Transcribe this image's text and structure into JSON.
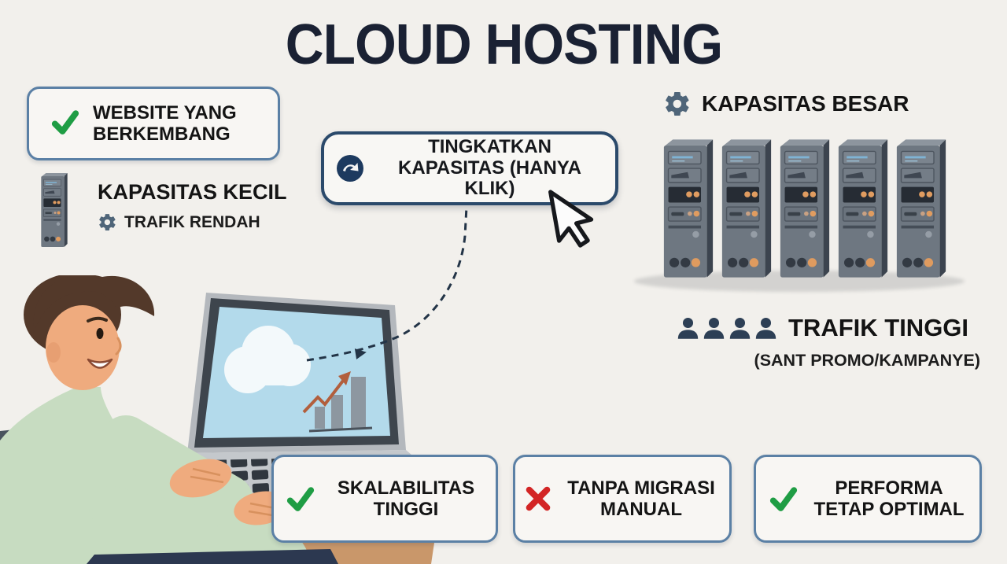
{
  "title": "CLOUD HOSTING",
  "left_section": {
    "growth_label": "WEBSITE YANG BERKEMBANG",
    "capacity_label": "KAPASITAS KECIL",
    "traffic_label": "TRAFIK RENDAH"
  },
  "center_section": {
    "upgrade_label": "TINGKATKAN KAPASITAS (HANYA KLIK)"
  },
  "right_section": {
    "capacity_label": "KAPASITAS BESAR",
    "server_count": 5,
    "user_icon_count": 4,
    "traffic_label": "TRAFIK TINGGI",
    "traffic_sub": "(SANT PROMO/KAMPANYE)"
  },
  "benefits": [
    {
      "icon": "check",
      "label": "SKALABILITAS TINGGI"
    },
    {
      "icon": "cross",
      "label": "TANPA MIGRASI MANUAL"
    },
    {
      "icon": "check",
      "label": "PERFORMA TETAP OPTIMAL"
    }
  ],
  "colors": {
    "background": "#f2f0ec",
    "title_navy": "#1a2133",
    "box_border_blue": "#5b80a5",
    "upgrade_border_navy": "#2b4a6b",
    "accent_green": "#1f9d44",
    "accent_red": "#d32525",
    "server_orange": "#e09c60",
    "screen_blue": "#b3daeb"
  }
}
